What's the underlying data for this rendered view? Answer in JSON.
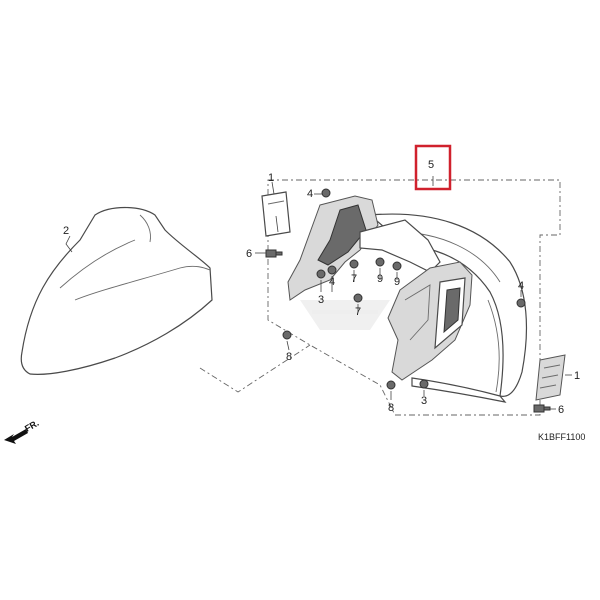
{
  "callouts": {
    "c1_top": "1",
    "c1_right": "1",
    "c2": "2",
    "c3_mid": "3",
    "c3_low": "3",
    "c4_top": "4",
    "c4_mid": "4",
    "c4_right": "4",
    "c5": "5",
    "c6_left": "6",
    "c6_right": "6",
    "c7_a": "7",
    "c7_b": "7",
    "c8_a": "8",
    "c8_b": "8",
    "c9_a": "9",
    "c9_b": "9"
  },
  "front_direction_label": "FR.",
  "diagram_code": "K1BFF1100",
  "colors": {
    "highlight": "#d0212d",
    "line": "#4a4a4a"
  },
  "icons": {
    "front_arrow": "arrow-left-down-icon"
  }
}
